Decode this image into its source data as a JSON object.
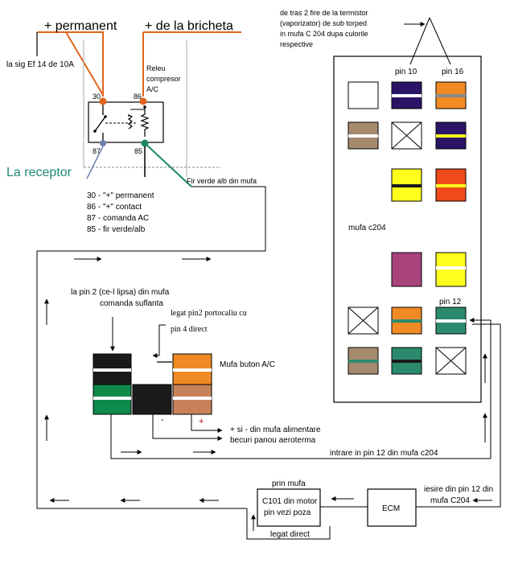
{
  "relay": {
    "permanent_label": "+ permanent",
    "ignition_label": "+ de la bricheta",
    "fuse_label": "la sig Ef 14  de 10A",
    "relay_title_line1": "Releu",
    "relay_title_line2": "compresor",
    "relay_title_line3": "A/C",
    "pin30": "30",
    "pin86": "86",
    "pin87": "87",
    "pin85": "85",
    "receptor_label": "La receptor",
    "green_wire_label": "Fir verde alb din mufa",
    "legend": [
      "30 - \"+\" permanent",
      "86 - \"+\" contact",
      "87 - comanda AC",
      "85 - fir verde/alb"
    ]
  },
  "connector_c204": {
    "note_line1": "de tras 2 fire de la termistor",
    "note_line2": "(vaporizator) de sub torped",
    "note_line3": "in mufa C 204 dupa culorile",
    "note_line4": "respective",
    "pin10_label": "pin 10",
    "pin16_label": "pin 16",
    "name": "mufa c204",
    "pin12_label": "pin 12"
  },
  "ac_button": {
    "blower_note_line1": "la pin 2 (ce-l lipsa) din mufa",
    "blower_note_line2": "comanda suflanta",
    "jumper_note_line1": "legat pin2 portocaliu cu",
    "jumper_note_line2": "pin 4 direct",
    "name": "Mufa buton A/C",
    "minus": "-",
    "plus": "+",
    "supply_note_line1": "+ si - din mufa alimentare",
    "supply_note_line2": "becuri panou aeroterma"
  },
  "bottom": {
    "input_label": "intrare in pin 12 din mufa c204",
    "via_connector": "prin mufa",
    "c101_line1": "C101 din motor",
    "c101_line2": "pin vezi poza",
    "direct_link": "legat direct",
    "ecm_label": "ECM",
    "output_line1": "iesire din pin 12 din",
    "output_line2": "mufa C204"
  },
  "colors": {
    "orange_wire": "#e0651b",
    "green_wire": "#1a8a62",
    "receptor_text": "#1f8a72",
    "purple": "#2b1466",
    "orange": "#f08a25",
    "tan": "#a58a6e",
    "yellow": "#ffff1e",
    "red_orange": "#ee4a1a",
    "magenta": "#a8437c",
    "teal": "#2b8a6e",
    "black": "#1a1a1a",
    "bright_green": "#0e8a4a",
    "copper": "#c8825a"
  }
}
